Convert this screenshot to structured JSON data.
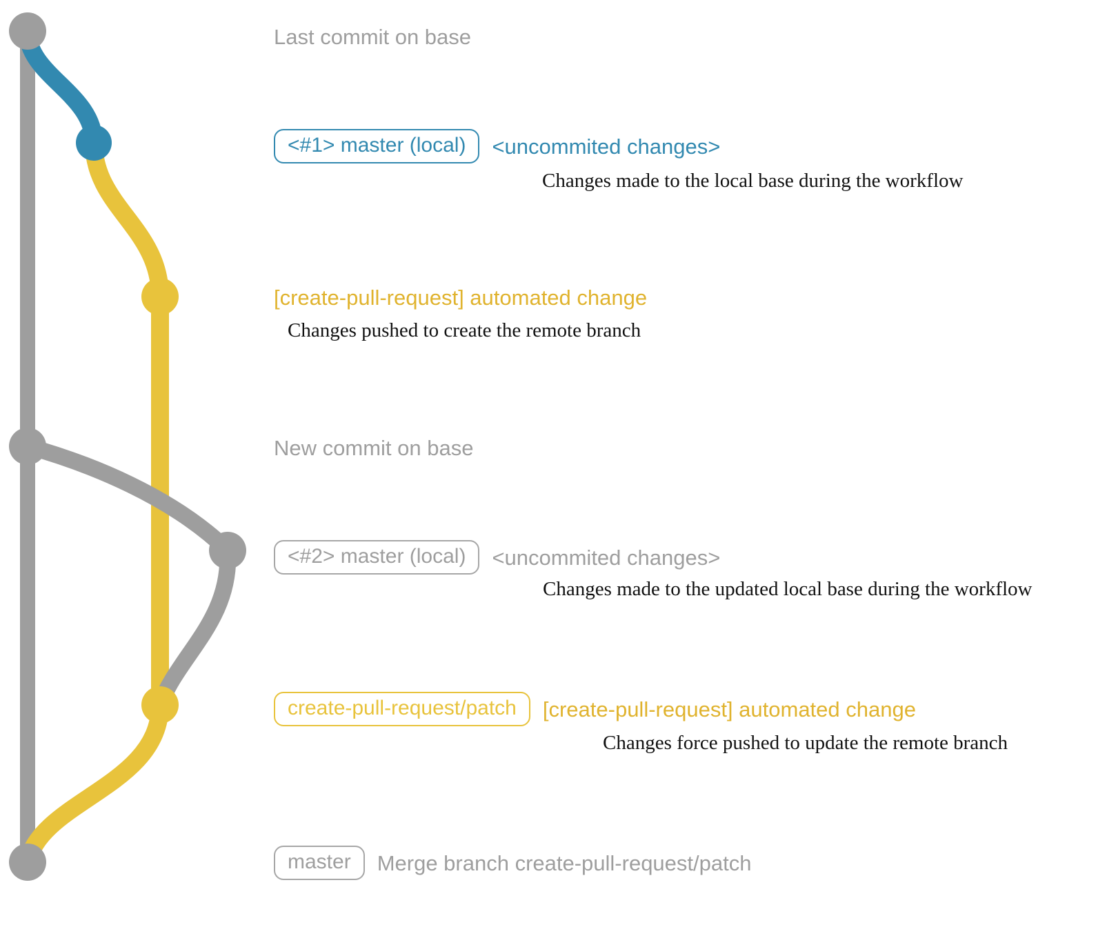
{
  "diagram": {
    "title": "git commit graph for create-pull-request workflow",
    "colors": {
      "base_gray": "#9e9e9e",
      "local_blue": "#3289b0",
      "patch_yellow": "#e8c33c",
      "note_black": "#111111",
      "background": "#ffffff"
    }
  },
  "rows": [
    {
      "id": "last-commit-on-base",
      "badge": null,
      "subject": "Last commit on base",
      "subject_color": "gray",
      "note": null
    },
    {
      "id": "master-local-1",
      "badge": "<#1> master (local)",
      "badge_color": "blue",
      "subject": "<uncommited changes>",
      "subject_color": "blue",
      "note": "Changes made to the local base during the workflow"
    },
    {
      "id": "automated-change-1",
      "badge": null,
      "subject": "[create-pull-request] automated change",
      "subject_color": "yellow",
      "note": "Changes pushed to create the remote branch"
    },
    {
      "id": "new-commit-on-base",
      "badge": null,
      "subject": "New commit on base",
      "subject_color": "gray",
      "note": null
    },
    {
      "id": "master-local-2",
      "badge": "<#2> master (local)",
      "badge_color": "gray",
      "subject": "<uncommited changes>",
      "subject_color": "gray",
      "note": "Changes made to the updated local base during the workflow"
    },
    {
      "id": "automated-change-2",
      "badge": "create-pull-request/patch",
      "badge_color": "yellow",
      "subject": "[create-pull-request] automated change",
      "subject_color": "yellow",
      "note": "Changes force pushed to update the remote branch"
    },
    {
      "id": "merge-commit",
      "badge": "master",
      "badge_color": "gray",
      "subject": "Merge branch create-pull-request/patch",
      "subject_color": "gray",
      "note": null
    }
  ],
  "nodes": [
    {
      "id": "base-head",
      "color": "gray",
      "lane": "base",
      "label_ref": "last-commit-on-base"
    },
    {
      "id": "local-1",
      "color": "blue",
      "lane": "local",
      "label_ref": "master-local-1"
    },
    {
      "id": "patch-1",
      "color": "yellow",
      "lane": "patch",
      "label_ref": "automated-change-1"
    },
    {
      "id": "base-new",
      "color": "gray",
      "lane": "base",
      "label_ref": "new-commit-on-base"
    },
    {
      "id": "local-2",
      "color": "gray",
      "lane": "far",
      "label_ref": "master-local-2"
    },
    {
      "id": "patch-2",
      "color": "yellow",
      "lane": "patch",
      "label_ref": "automated-change-2"
    },
    {
      "id": "merge",
      "color": "gray",
      "lane": "base",
      "label_ref": "merge-commit"
    }
  ]
}
